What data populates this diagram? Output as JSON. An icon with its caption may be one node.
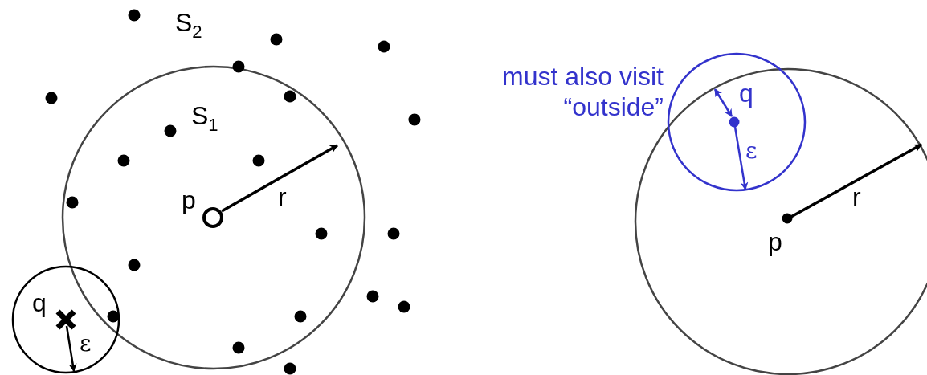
{
  "diagram": {
    "labels": [
      "S$_{2}$",
      "S$_{1}$",
      "p",
      "r",
      "q",
      "ε",
      "must also visit “outside”",
      "q",
      "ε",
      "r",
      "p"
    ]
  }
}
